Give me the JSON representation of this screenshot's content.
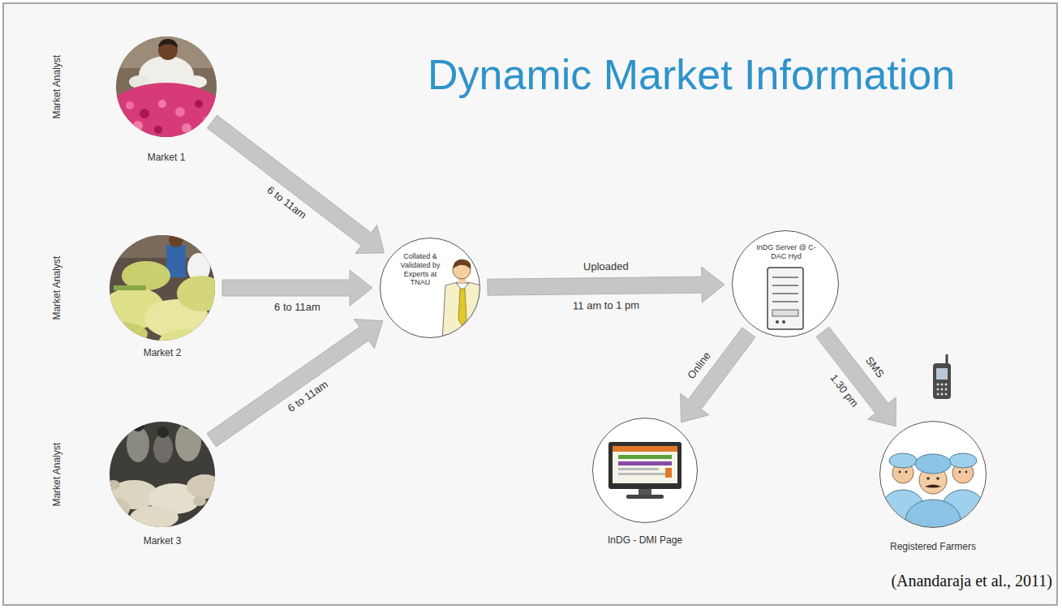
{
  "diagram": {
    "title": "Dynamic Market Information",
    "caption": "(Anandaraja et al., 2011)",
    "nodes": [
      {
        "text": [
          "Market 1"
        ]
      },
      {
        "text": [
          "Market 2"
        ]
      },
      {
        "text": [
          "Market 3"
        ]
      },
      {
        "text": [
          "Collated & Validated by Experts at TNAU"
        ]
      },
      {
        "text": [
          "InDG Server @ C-DAC Hyd"
        ]
      },
      {
        "text": [
          "InDG - DMI Page"
        ]
      },
      {
        "text": [
          "Registered Farmers"
        ]
      }
    ],
    "edges": [
      {
        "from": 0,
        "to": 3,
        "label": "6 to 11am",
        "arrow": "to"
      },
      {
        "from": 1,
        "to": 3,
        "label": "6 to 11am",
        "arrow": "to"
      },
      {
        "from": 2,
        "to": 3,
        "label": "6 to 11am",
        "arrow": "to"
      },
      {
        "from": 3,
        "to": 4,
        "label": "Uploaded",
        "arrow": "to"
      },
      {
        "from": 4,
        "to": 5,
        "label": "Online",
        "arrow": "to"
      },
      {
        "from": 4,
        "to": 6,
        "label": "SMS",
        "arrow": "to"
      }
    ],
    "labels": [
      "Market Analyst",
      "Market Analyst",
      "Market Analyst",
      "11 am to 1 pm",
      "1.30 pm"
    ]
  }
}
